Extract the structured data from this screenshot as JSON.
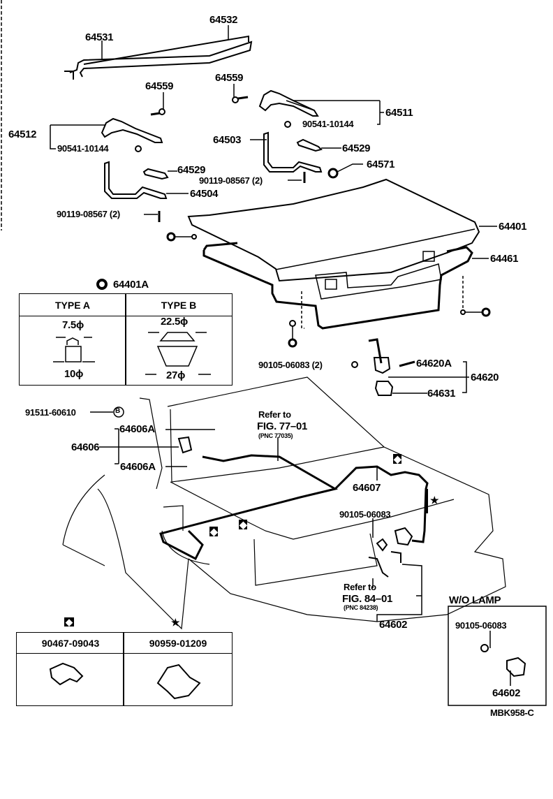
{
  "figure_code": "MBK958-C",
  "callouts": {
    "p64532": "64532",
    "p64531": "64531",
    "p64559a": "64559",
    "p64559b": "64559",
    "p64511": "64511",
    "p90541a": "90541-10144",
    "p64512": "64512",
    "p90541b": "90541-10144",
    "p64503": "64503",
    "p64529a": "64529",
    "p64529b": "64529",
    "p64571": "64571",
    "p90119a": "90119-08567 (2)",
    "p64504": "64504",
    "p90119b": "90119-08567 (2)",
    "p64401": "64401",
    "p64461": "64461",
    "p64401A": "64401A",
    "p90105a": "90105-06083 (2)",
    "p64620A": "64620A",
    "p64620": "64620",
    "p64631": "64631",
    "p91511": "91511-60610",
    "p64606A1": "64606A",
    "p64606": "64606",
    "p64606A2": "64606A",
    "p64607": "64607",
    "p90105b": "90105-06083",
    "p64602": "64602"
  },
  "references": {
    "ref1": {
      "line1": "Refer to",
      "line2": "FIG. 77–01",
      "line3": "(PNC 77035)"
    },
    "ref2": {
      "line1": "Refer to",
      "line2": "FIG. 84–01",
      "line3": "(PNC 84238)"
    }
  },
  "grommet_table": {
    "title_marker": "grommet-symbol",
    "headers": [
      "TYPE A",
      "TYPE B"
    ],
    "type_a": {
      "top": "7.5ϕ",
      "bottom": "10ϕ"
    },
    "type_b": {
      "top": "22.5ϕ",
      "bottom": "27ϕ"
    }
  },
  "clamp_table": {
    "symbols": [
      "◆",
      "★"
    ],
    "parts": [
      "90467-09043",
      "90959-01209"
    ]
  },
  "wo_lamp": {
    "title": "W/O LAMP",
    "bolt": "90105-06083",
    "part": "64602"
  },
  "symbols": {
    "diamond": "◆",
    "star": "★",
    "b_circle": "B"
  }
}
